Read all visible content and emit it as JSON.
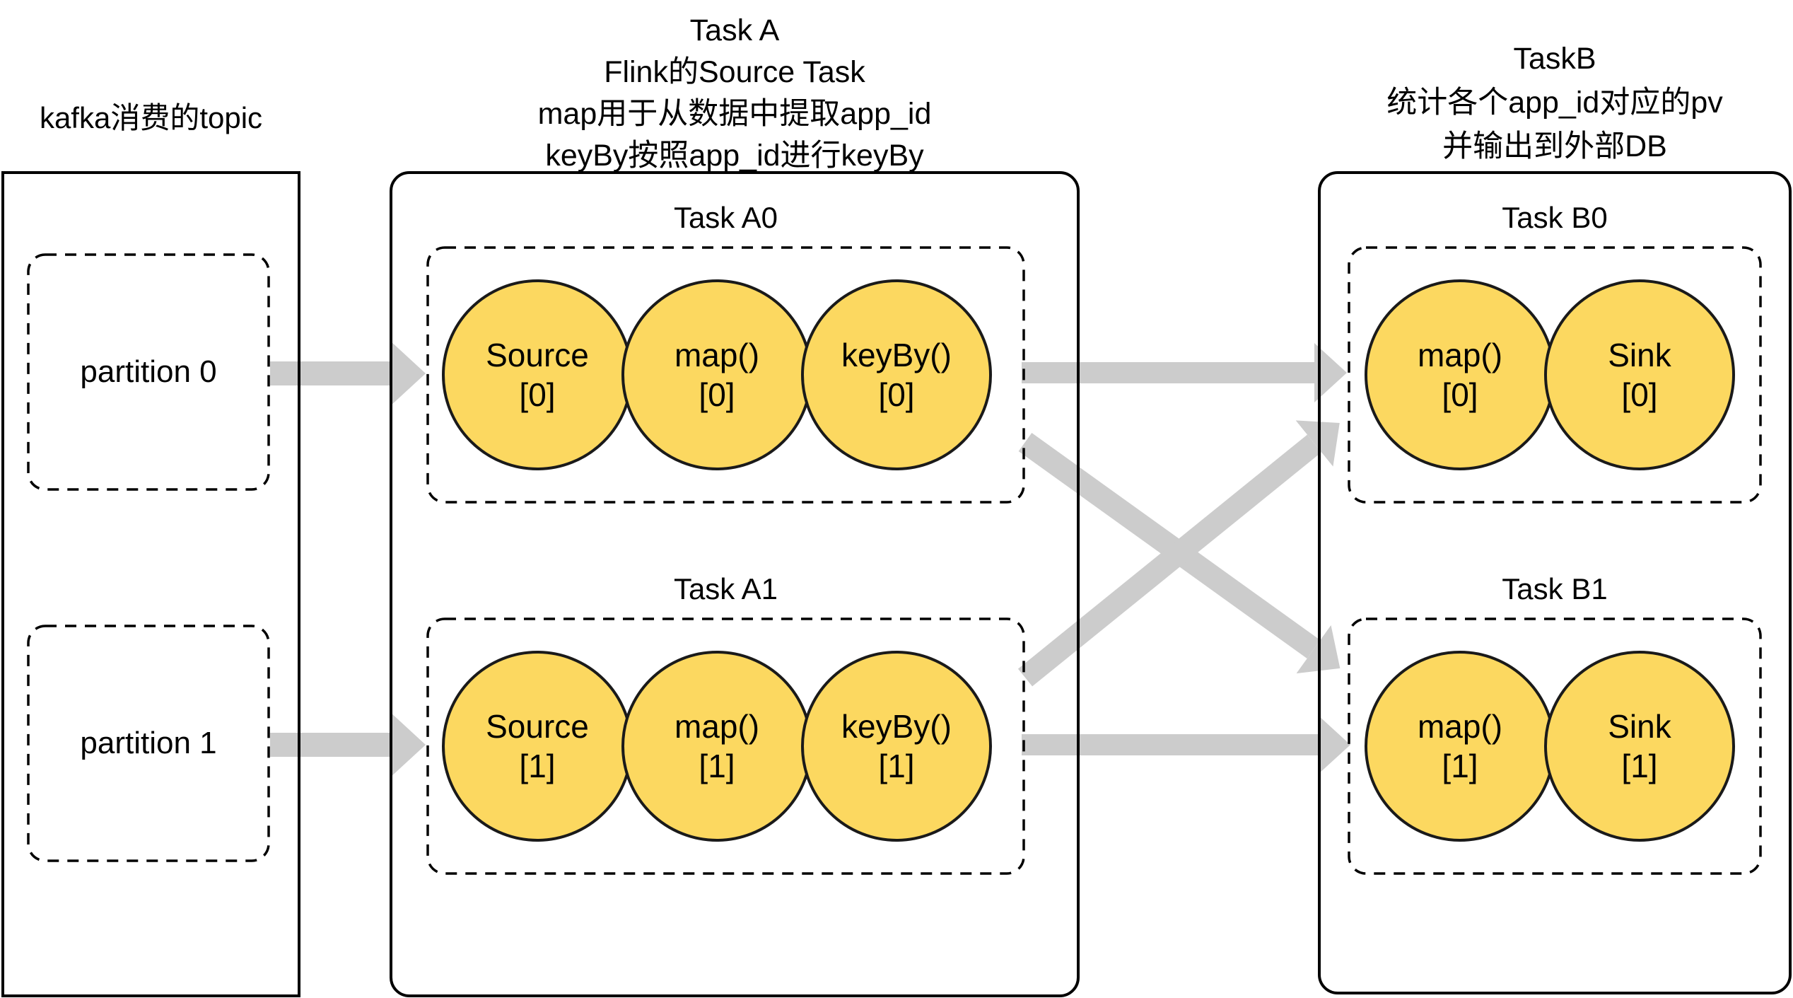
{
  "diagram_title": "Flink Kafka source task parallelism diagram",
  "colors": {
    "node_fill": "#FCD860",
    "node_stroke": "#1a1a1a",
    "arrow_gray": "#cccccc",
    "box_border": "#000000",
    "background": "#ffffff"
  },
  "kafka": {
    "title": "kafka消费的topic",
    "partitions": [
      {
        "label": "partition 0"
      },
      {
        "label": "partition 1"
      }
    ]
  },
  "taskA": {
    "title_lines": [
      "Task A",
      "Flink的Source Task",
      "map用于从数据中提取app_id",
      "keyBy按照app_id进行keyBy"
    ],
    "tasks": [
      {
        "label": "Task A0",
        "nodes": [
          {
            "name": "Source",
            "index": "[0]"
          },
          {
            "name": "map()",
            "index": "[0]"
          },
          {
            "name": "keyBy()",
            "index": "[0]"
          }
        ]
      },
      {
        "label": "Task A1",
        "nodes": [
          {
            "name": "Source",
            "index": "[1]"
          },
          {
            "name": "map()",
            "index": "[1]"
          },
          {
            "name": "keyBy()",
            "index": "[1]"
          }
        ]
      }
    ]
  },
  "taskB": {
    "title_lines": [
      "TaskB",
      "统计各个app_id对应的pv",
      "并输出到外部DB"
    ],
    "tasks": [
      {
        "label": "Task B0",
        "nodes": [
          {
            "name": "map()",
            "index": "[0]"
          },
          {
            "name": "Sink",
            "index": "[0]"
          }
        ]
      },
      {
        "label": "Task B1",
        "nodes": [
          {
            "name": "map()",
            "index": "[1]"
          },
          {
            "name": "Sink",
            "index": "[1]"
          }
        ]
      }
    ]
  },
  "edges": [
    {
      "from": "partition 0",
      "to": "Task A0 Source[0]"
    },
    {
      "from": "partition 1",
      "to": "Task A1 Source[1]"
    },
    {
      "from": "Task A0 keyBy()[0]",
      "to": "Task B0 map()[0]"
    },
    {
      "from": "Task A0 keyBy()[0]",
      "to": "Task B1 map()[1]"
    },
    {
      "from": "Task A1 keyBy()[1]",
      "to": "Task B0 map()[0]"
    },
    {
      "from": "Task A1 keyBy()[1]",
      "to": "Task B1 map()[1]"
    }
  ]
}
